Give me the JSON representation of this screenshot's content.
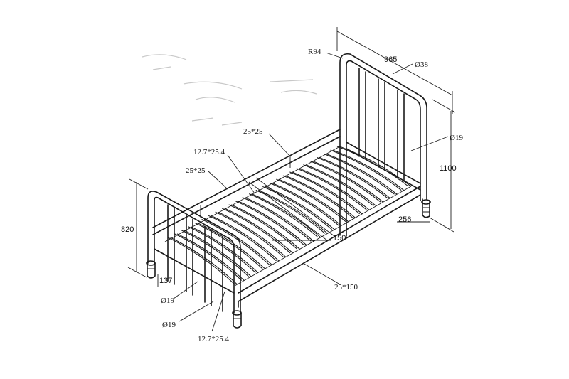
{
  "labels": {
    "radius": "R94",
    "width": "965",
    "post_dia_top": "Ø38",
    "rail_dia_right": "Ø19",
    "height_head": "1100",
    "leg_offset": "256",
    "side_rail_top": "25*25",
    "slat_top": "12.7*25.4",
    "side_rail_left": "25*25",
    "height_foot": "820",
    "center_beam": "150",
    "front_beam": "25*150",
    "foot_offset": "137",
    "bar_dia_1": "Ø19",
    "bar_dia_2": "Ø19",
    "slat_bottom": "12.7*25.4"
  },
  "colors": {
    "line": "#1a1a1a",
    "background": "#ffffff"
  }
}
